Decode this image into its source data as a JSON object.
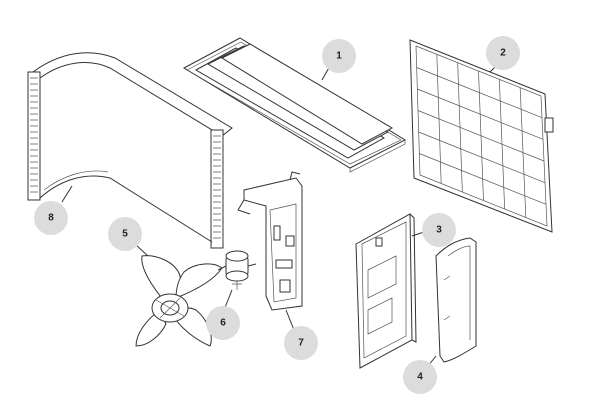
{
  "diagram": {
    "parts": [
      {
        "id": "part-1",
        "label": "1"
      },
      {
        "id": "part-2",
        "label": "2"
      },
      {
        "id": "part-3",
        "label": "3"
      },
      {
        "id": "part-4",
        "label": "4"
      },
      {
        "id": "part-5",
        "label": "5"
      },
      {
        "id": "part-6",
        "label": "6"
      },
      {
        "id": "part-7",
        "label": "7"
      },
      {
        "id": "part-8",
        "label": "8"
      }
    ]
  }
}
